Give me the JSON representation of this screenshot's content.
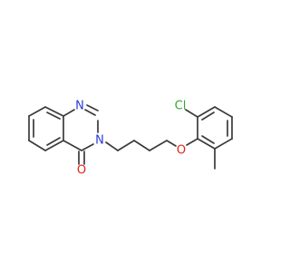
{
  "molecule": {
    "atoms": {
      "cl": {
        "symbol": "Cl",
        "color": "#2fa82f"
      },
      "o_ether": {
        "symbol": "O",
        "color": "#e0241b"
      },
      "o_carbonyl": {
        "symbol": "O",
        "color": "#e0241b"
      },
      "n1": {
        "symbol": "N",
        "color": "#2a3bd8"
      },
      "n3": {
        "symbol": "N",
        "color": "#2a3bd8"
      }
    },
    "bond_color": "#3a3a3a"
  }
}
